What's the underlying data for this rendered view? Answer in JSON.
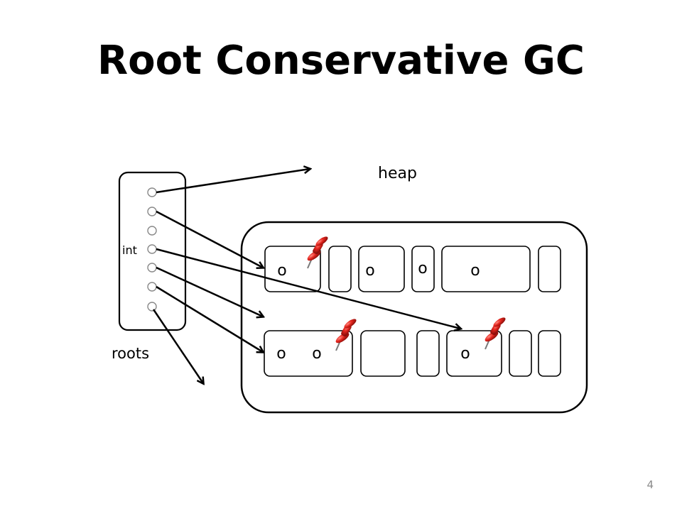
{
  "slide": {
    "title": "Root Conservative GC",
    "page_number": "4"
  },
  "diagram": {
    "heap_label": "heap",
    "roots_label": "roots",
    "int_label": "int",
    "object_marker": "o",
    "pin_color": "#d8201c"
  }
}
